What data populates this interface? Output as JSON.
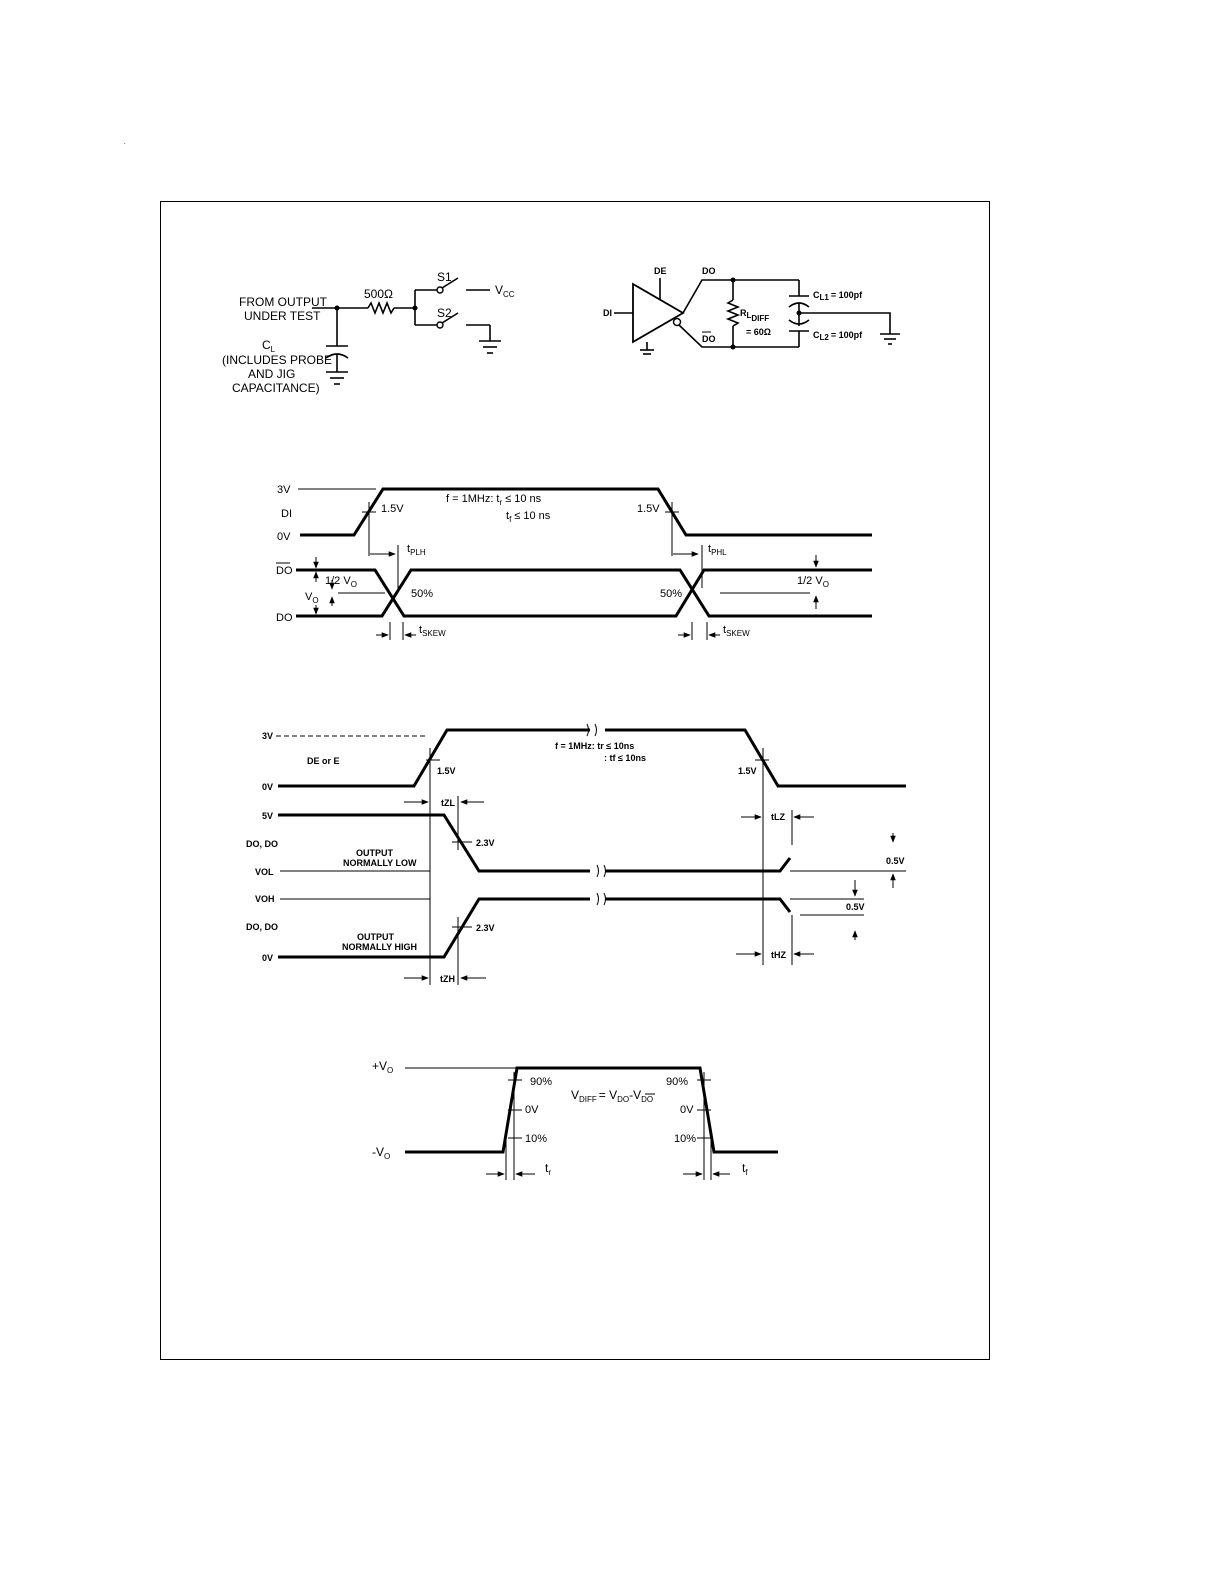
{
  "load_circuit": {
    "source_line1": "FROM OUTPUT",
    "source_line2": "UNDER TEST",
    "resistor": "500Ω",
    "switch1": "S1",
    "switch2": "S2",
    "vcc_main": "V",
    "vcc_sub": "CC",
    "cap_main": "C",
    "cap_sub": "L",
    "cap_note1": "(INCLUDES PROBE",
    "cap_note2": "AND JIG",
    "cap_note3": "CAPACITANCE)"
  },
  "driver_circuit": {
    "de": "DE",
    "di": "DI",
    "do": "DO",
    "do_bar": "DO",
    "r_main": "R",
    "r_sub": "L",
    "r_sub2": "DIFF",
    "r_value": "= 60Ω",
    "cl1_main": "C",
    "cl1_sub": "L1",
    "cl1_value": "= 100pf",
    "cl2_main": "C",
    "cl2_sub": "L2",
    "cl2_value": "= 100pf"
  },
  "prop_delay": {
    "v3": "3V",
    "di": "DI",
    "v0": "0V",
    "dobar": "DO",
    "do": "DO",
    "th_left": "1.5V",
    "th_right": "1.5V",
    "cond1": "f = 1MHz: t",
    "cond1_sub": "r",
    "cond1_tail": "≤ 10 ns",
    "cond2": "t",
    "cond2_sub": "f",
    "cond2_tail": "≤ 10 ns",
    "tplh": "t",
    "tplh_sub": "PLH",
    "tphl": "t",
    "tphl_sub": "PHL",
    "half_vo_left": "1/2 V",
    "half_vo_left_sub": "O",
    "half_vo_right": "1/2 V",
    "half_vo_right_sub": "O",
    "vo": "V",
    "vo_sub": "O",
    "fifty_left": "50%",
    "fifty_right": "50%",
    "skew_left": "t",
    "skew_left_sub": "SKEW",
    "skew_right": "t",
    "skew_right_sub": "SKEW"
  },
  "enable_timing": {
    "v3": "3V",
    "de_label": "DE or E",
    "v0_top": "0V",
    "v5": "5V",
    "do_dobar_top": "DO, DO",
    "vol": "VOL",
    "voh": "VOH",
    "do_dobar_bottom": "DO, DO",
    "v0_bottom": "0V",
    "cond1": "f = 1MHz: tr ≤ 10ns",
    "cond2": ": tf ≤ 10ns",
    "th_left": "1.5V",
    "th_right": "1.5V",
    "tzl": "tZL",
    "tzh": "tZH",
    "tlz": "tLZ",
    "thz": "tHZ",
    "v23_top": "2.3V",
    "v23_bottom": "2.3V",
    "out_low1": "OUTPUT",
    "out_low2": "NORMALLY LOW",
    "out_high1": "OUTPUT",
    "out_high2": "NORMALLY HIGH",
    "half_top": "0.5V",
    "half_bottom": "0.5V"
  },
  "rise_fall": {
    "plus_vo": "+V",
    "plus_vo_sub": "O",
    "minus_vo": "-V",
    "minus_vo_sub": "O",
    "p90_left": "90%",
    "p0_left": "0V",
    "p10_left": "10%",
    "p90_right": "90%",
    "p0_right": "0V",
    "p10_right": "10%",
    "vdiff": "V",
    "vdiff_sub": "DIFF",
    "vdiff_eq": "= V",
    "vdiff_do_sub": "DO",
    "vdiff_minus": "-V",
    "vdiff_dobar_sub": "DO",
    "tr": "t",
    "tr_sub": "r",
    "tf": "t",
    "tf_sub": "f"
  }
}
